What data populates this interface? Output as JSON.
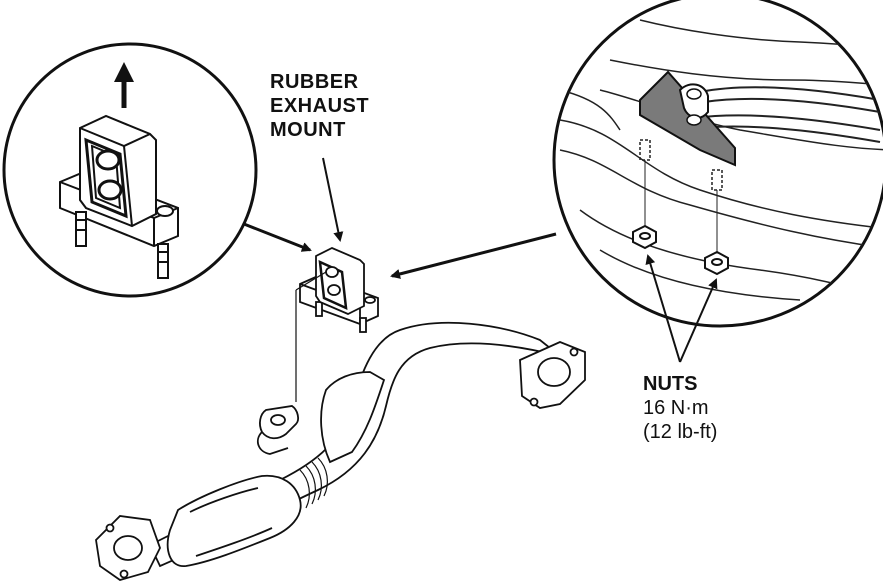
{
  "labels": {
    "mount_line1": "RUBBER",
    "mount_line2": "EXHAUST",
    "mount_line3": "MOUNT",
    "nuts_title": "NUTS",
    "nuts_torque_metric": "16 N·m",
    "nuts_torque_imperial": "(12 lb-ft)"
  }
}
